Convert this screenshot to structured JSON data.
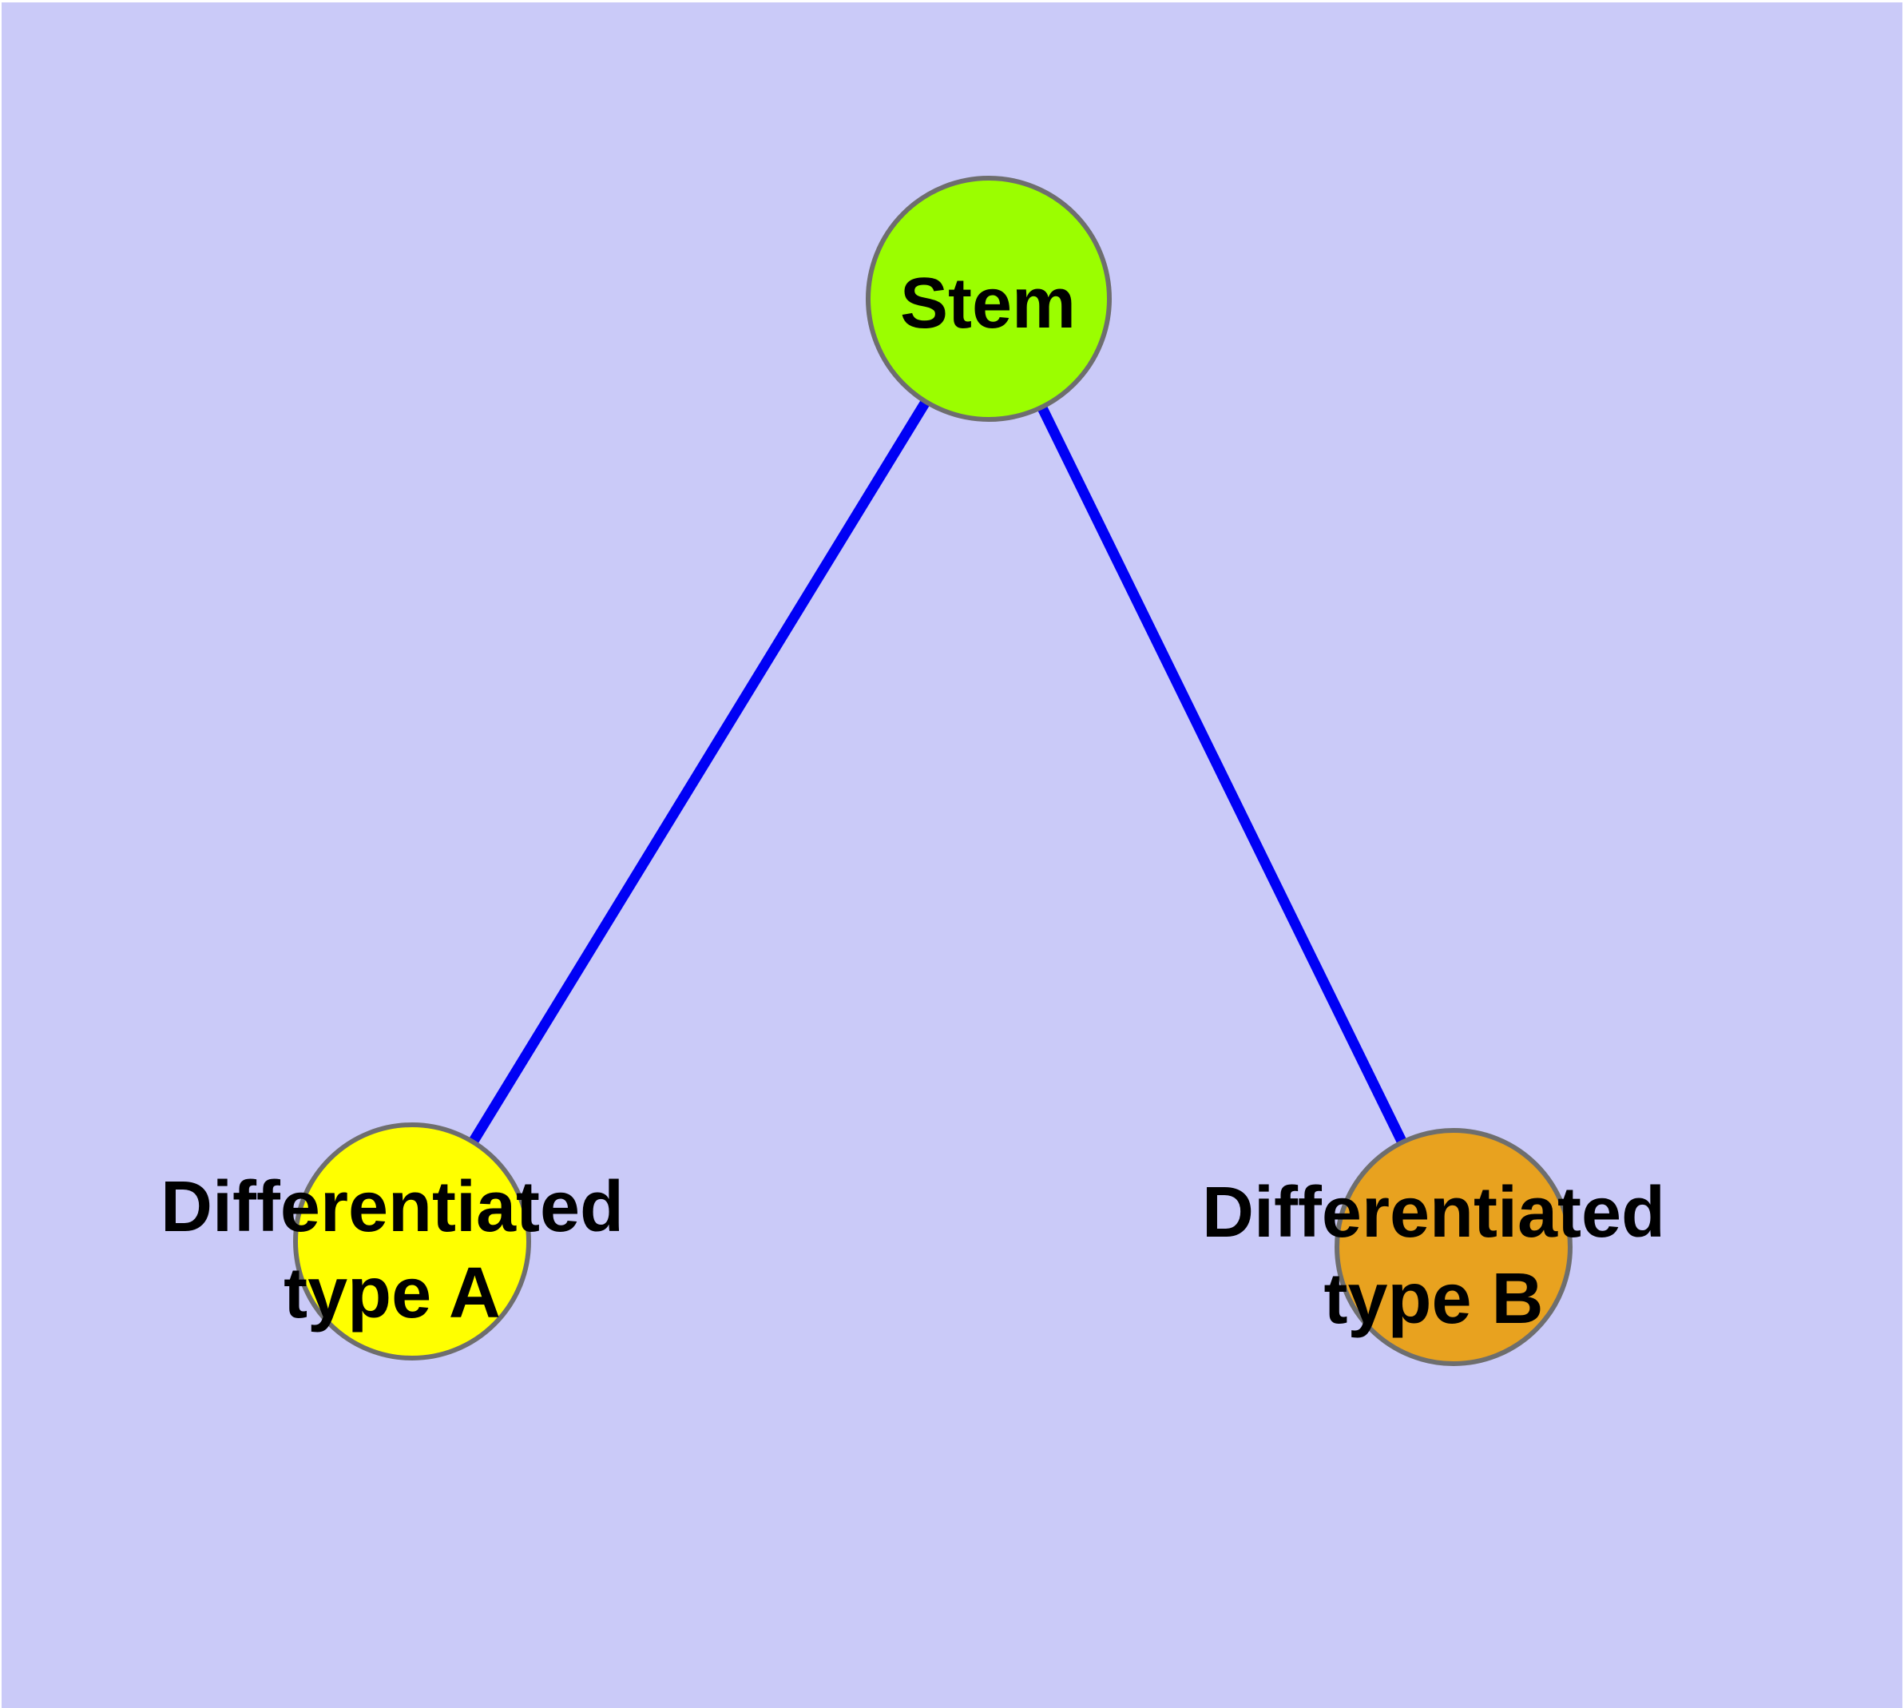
{
  "diagram": {
    "type": "node-link-graph",
    "colors": {
      "background": "#CACAF8",
      "edge": "#0000F5",
      "node_border": "#6E6E6E",
      "label_text": "#000000"
    },
    "nodes": {
      "stem": {
        "label": "Stem",
        "fill": "#9BFE00"
      },
      "type_a": {
        "label": "Differentiated type A",
        "line1": "Differentiated",
        "line2": "type A",
        "fill": "#FFFF00"
      },
      "type_b": {
        "label": "Differentiated type B",
        "line1": "Differentiated",
        "line2": "type B",
        "fill": "#E8A21F"
      }
    },
    "edges": [
      {
        "from": "Stem",
        "to": "Differentiated type A"
      },
      {
        "from": "Stem",
        "to": "Differentiated type B"
      }
    ]
  }
}
